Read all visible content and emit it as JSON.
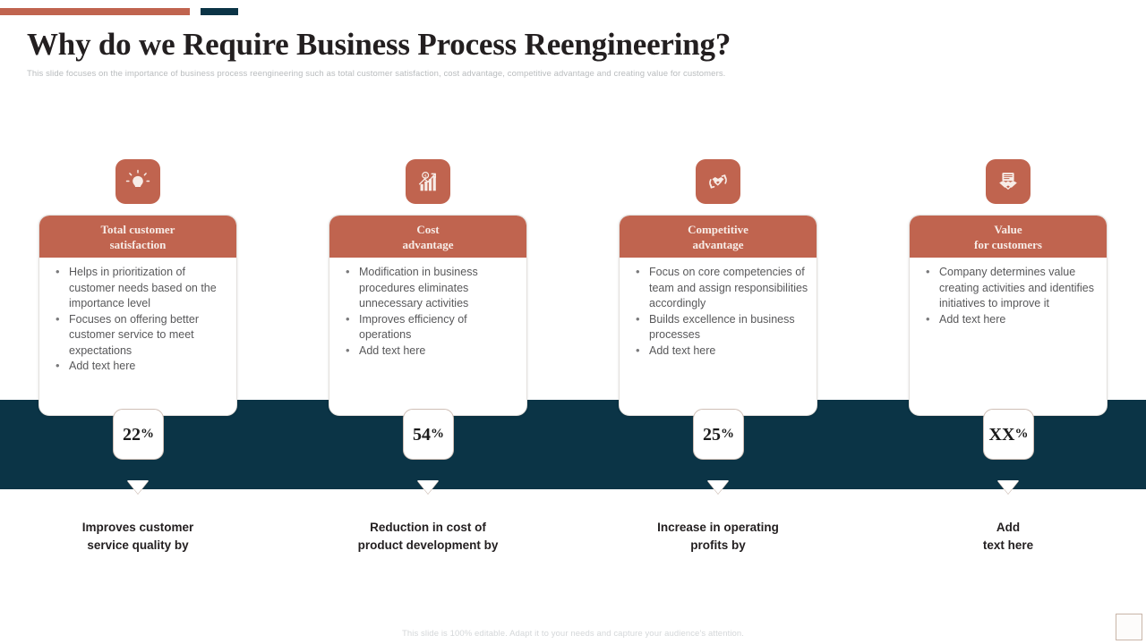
{
  "theme": {
    "accent_primary": "#c0644f",
    "accent_secondary": "#0b3446",
    "band": "#0b3446",
    "card_border": "#e3e0dd",
    "badge_border": "#cfbfb6",
    "title_color": "#231f20",
    "body_text": "#58585a",
    "muted_text": "#b9bcbe"
  },
  "header": {
    "title": "Why do we Require Business Process Reengineering?",
    "subtitle": "This slide focuses on the importance of business process reengineering such as total customer satisfaction, cost advantage, competitive advantage and creating value for customers."
  },
  "columns": [
    {
      "icon": "lightbulb-icon",
      "title": "Total customer\nsatisfaction",
      "bullets": [
        "Helps in prioritization of customer needs based on the importance level",
        "Focuses on offering better customer service to meet expectations",
        "Add text here"
      ],
      "percent_value": "22",
      "percent_sign": "%",
      "caption": "Improves customer\nservice quality by"
    },
    {
      "icon": "growth-chart-icon",
      "title": "Cost\nadvantage",
      "bullets": [
        "Modification in business procedures eliminates unnecessary activities",
        "Improves efficiency of operations",
        "Add text here"
      ],
      "percent_value": "54",
      "percent_sign": "%",
      "caption": "Reduction in cost of\nproduct development by"
    },
    {
      "icon": "handshake-cycle-icon",
      "title": "Competitive\nadvantage",
      "bullets": [
        "Focus on core competencies of team and assign responsibilities accordingly",
        "Builds excellence in business processes",
        "Add text here"
      ],
      "percent_value": "25",
      "percent_sign": "%",
      "caption": "Increase in operating\nprofits by"
    },
    {
      "icon": "agreement-document-icon",
      "title": "Value\nfor customers",
      "bullets": [
        "Company determines value creating activities and identifies initiatives to improve it",
        "Add text here"
      ],
      "percent_value": "XX",
      "percent_sign": "%",
      "caption": "Add\ntext here"
    }
  ],
  "footer": {
    "note": "This slide is 100% editable. Adapt it to your needs and capture your audience's attention."
  }
}
